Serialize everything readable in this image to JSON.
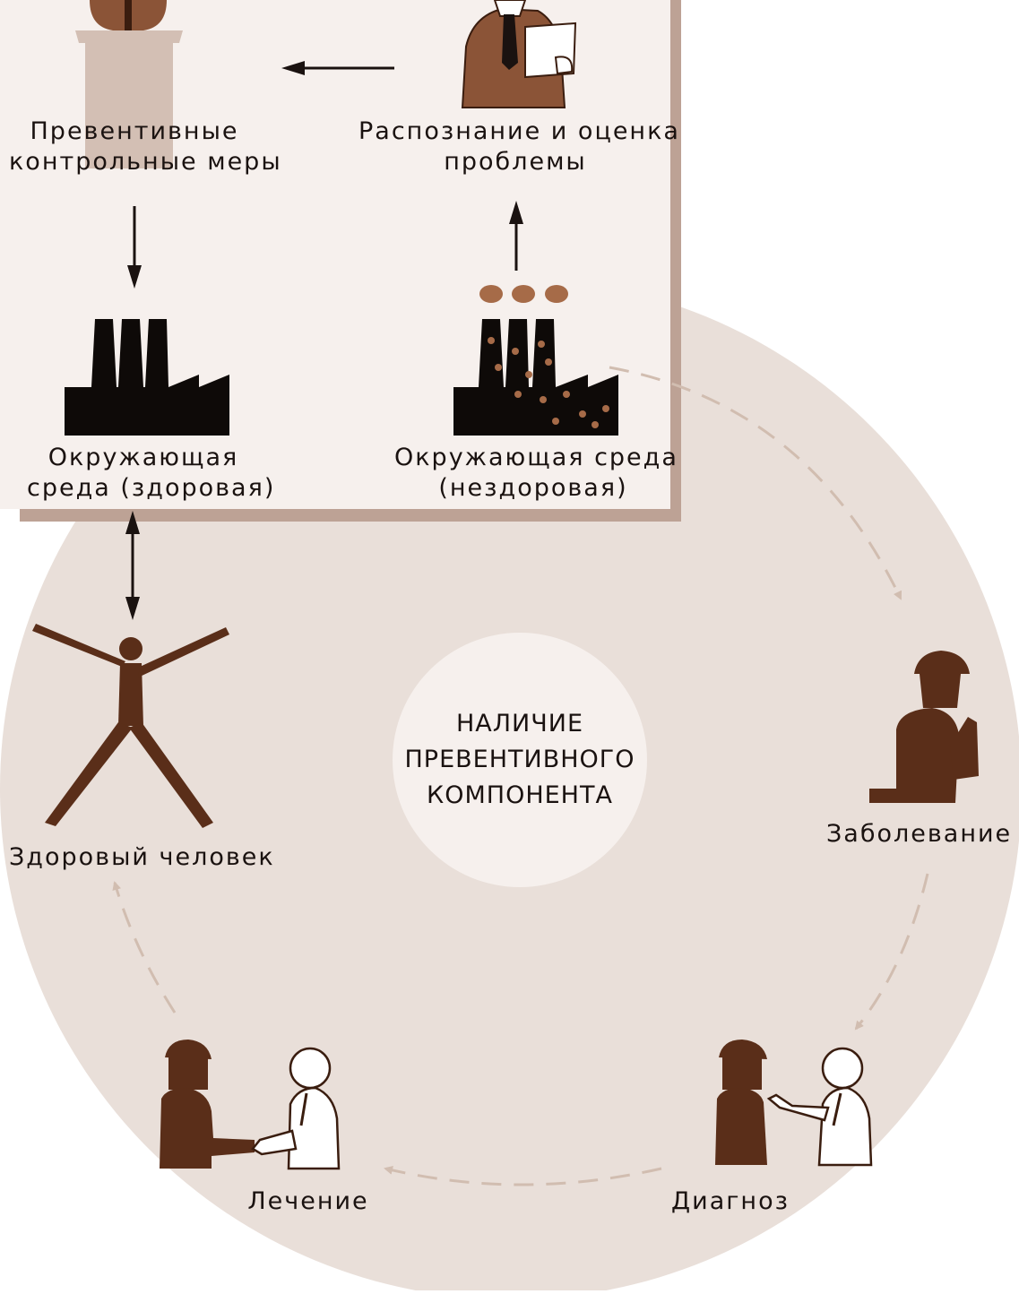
{
  "colors": {
    "background": "#ffffff",
    "outer_circle": "#e9dfd9",
    "panel": "#f6f0ed",
    "panel_shadow": "#bda295",
    "inner_circle": "#f6f0ed",
    "figure_dark": "#5a2e19",
    "figure_mid": "#8b5437",
    "factory": "#0e0a08",
    "smoke": "#a66b48",
    "dashed_arrow": "#d1bdb0",
    "arrow": "#1a1210"
  },
  "panel": {
    "preventive": {
      "line1": "Превентивные",
      "line2": "контрольные меры"
    },
    "recognition": {
      "line1": "Распознание и оценка",
      "line2": "проблемы"
    },
    "env_healthy": {
      "line1": "Окружающая",
      "line2": "среда (здоровая)"
    },
    "env_unhealthy": {
      "line1": "Окружающая среда",
      "line2": "(нездоровая)"
    }
  },
  "cycle": {
    "center": {
      "line1": "НАЛИЧИЕ",
      "line2": "ПРЕВЕНТИВНОГО",
      "line3": "КОМПОНЕНТА"
    },
    "healthy_person": "Здоровый человек",
    "illness": "Заболевание",
    "diagnosis": "Диагноз",
    "treatment": "Лечение"
  },
  "icons": {
    "preventive": "trash-bin-icon",
    "recognition": "inspector-with-clipboard-icon",
    "env_healthy": "clean-factory-icon",
    "env_unhealthy": "polluting-factory-icon",
    "healthy_person": "person-arms-spread-icon",
    "illness": "sick-worker-coughing-icon",
    "diagnosis": "doctor-examining-worker-icon",
    "treatment": "doctor-handshake-worker-icon"
  }
}
